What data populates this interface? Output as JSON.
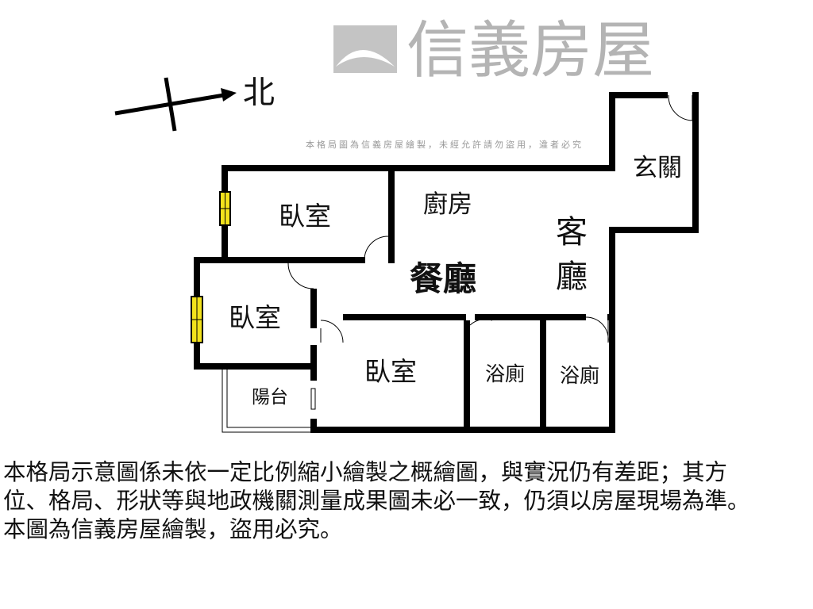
{
  "compass": {
    "north_label": "北"
  },
  "rooms": {
    "bedroom_top": "臥室",
    "bedroom_left": "臥室",
    "bedroom_bottom": "臥室",
    "kitchen": "廚房",
    "living_1": "客",
    "living_2": "廳",
    "entrance": "玄關",
    "dining": "餐廳",
    "bath_1": "浴廁",
    "bath_2": "浴廁",
    "balcony": "陽台"
  },
  "watermark": {
    "brand": "信義房屋",
    "notice": "本格局圖為信義房屋繪製，未經允許請勿盜用，違者必究"
  },
  "disclaimer": [
    "本格局示意圖係未依一定比例縮小繪製之概繪圖，與實況仍有差距；其方",
    "位、格局、形狀等與地政機關測量成果圖未必一致，仍須以房屋現場為準。",
    "本圖為信義房屋繪製，盜用必究。"
  ],
  "colors": {
    "wall": "#000000",
    "window": "#f2e21c",
    "watermark": "#b4b4b4"
  }
}
